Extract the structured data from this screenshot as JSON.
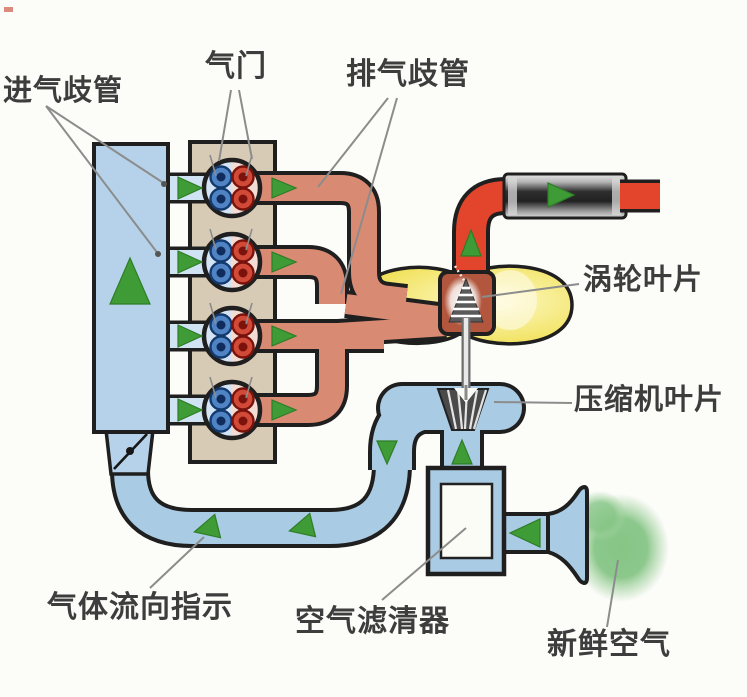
{
  "labels": {
    "intake_manifold": "进气歧管",
    "valves": "气门",
    "exhaust_manifold": "排气歧管",
    "turbine_blades": "涡轮叶片",
    "compressor_blades": "压缩机叶片",
    "gas_flow_indicator": "气体流向指示",
    "air_filter": "空气滤清器",
    "fresh_air": "新鲜空气"
  },
  "colors": {
    "intake_blue": "#b5d2ea",
    "runner_blue": "#cfe3f3",
    "charge_blue": "#a9cbe4",
    "exhaust_salmon": "#d98a72",
    "exhaust_hot": "#e2452c",
    "arrow_green": "#3f9b35",
    "block_tan": "#d8cbb6",
    "housing_yellow": "#f2e258",
    "fresh_green": "#86c586",
    "outline": "#1f1f1f",
    "label_text": "#3d3d3d"
  },
  "components": {
    "cylinder_count": 4,
    "intake_valves_per_cylinder": 2,
    "exhaust_valves_per_cylinder": 2,
    "flow_direction_arrows": "green triangles along all pipes"
  }
}
